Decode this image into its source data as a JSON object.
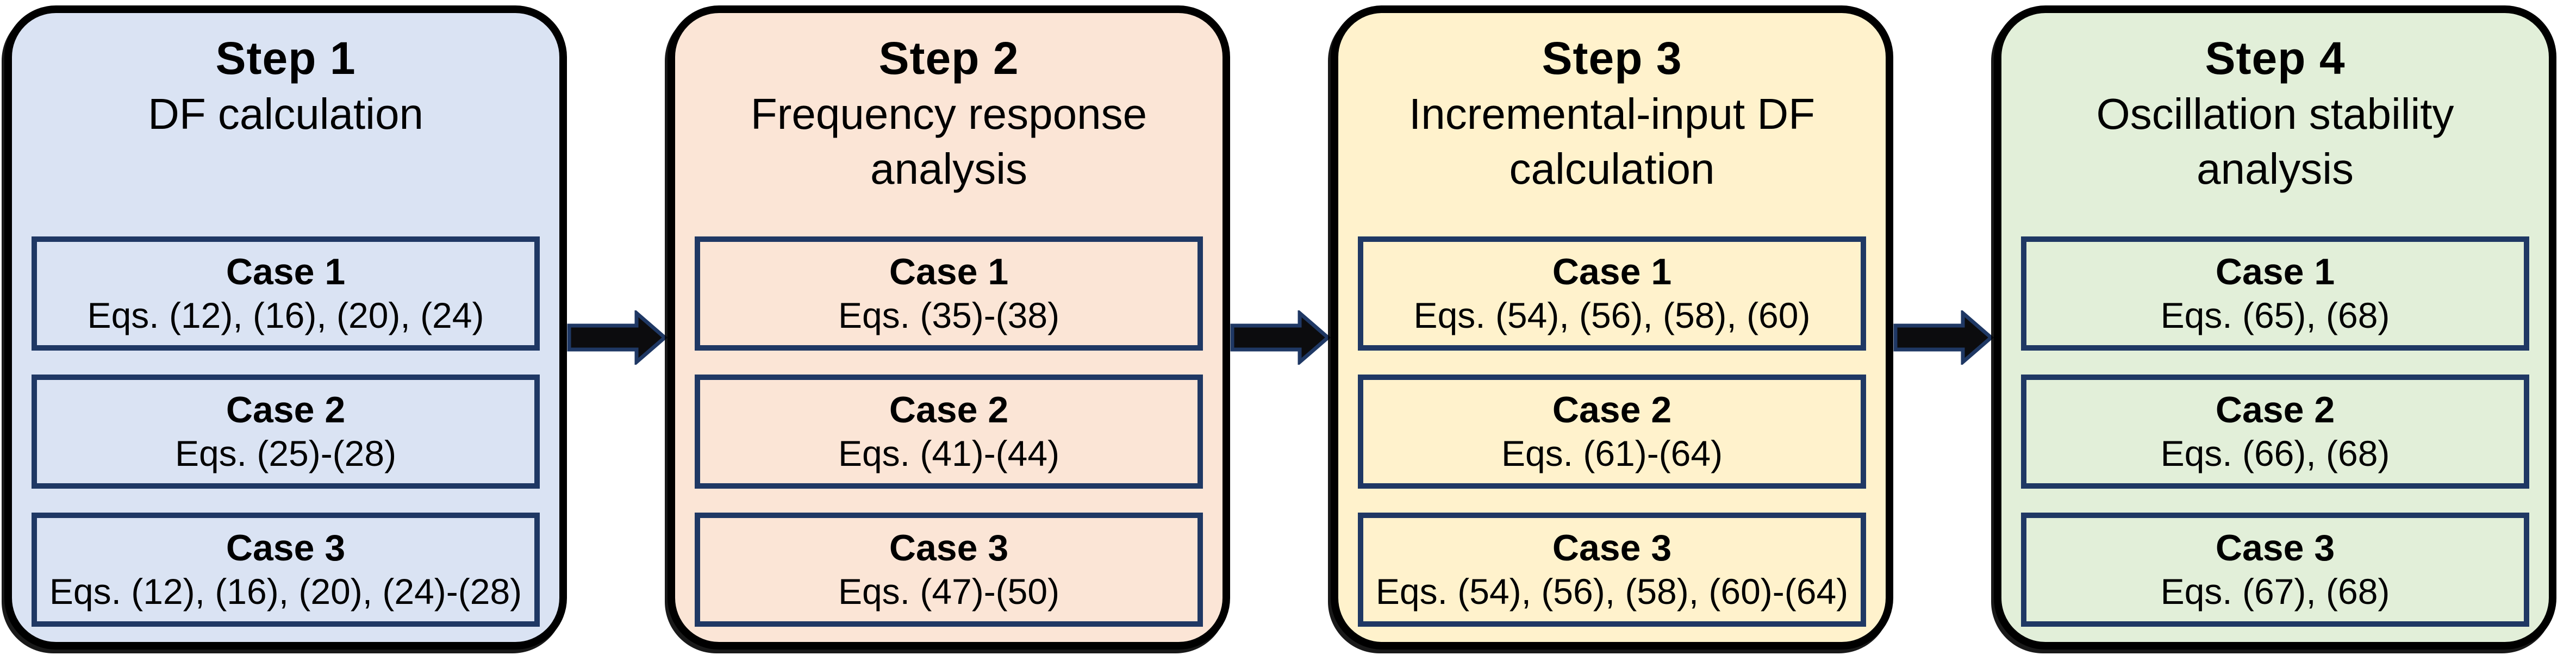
{
  "theme": {
    "case-border": "#1f3864",
    "arrow-fill": "#0c0c0e",
    "arrow-outline": "#1f3864",
    "outer-border": "#000000",
    "page-bg": "#ffffff",
    "text-color": "#000000"
  },
  "flow": {
    "steps": [
      {
        "title": "Step 1",
        "subtitle": "DF calculation",
        "bg": "#dae3f3",
        "cases": [
          {
            "title": "Case 1",
            "eqs": "Eqs. (12), (16), (20), (24)"
          },
          {
            "title": "Case 2",
            "eqs": "Eqs. (25)-(28)"
          },
          {
            "title": "Case 3",
            "eqs": "Eqs. (12), (16), (20), (24)-(28)"
          }
        ]
      },
      {
        "title": "Step 2",
        "subtitle": "Frequency response analysis",
        "bg": "#fbe5d6",
        "cases": [
          {
            "title": "Case 1",
            "eqs": "Eqs. (35)-(38)"
          },
          {
            "title": "Case 2",
            "eqs": "Eqs. (41)-(44)"
          },
          {
            "title": "Case 3",
            "eqs": "Eqs. (47)-(50)"
          }
        ]
      },
      {
        "title": "Step 3",
        "subtitle": "Incremental-input DF calculation",
        "bg": "#fff2cc",
        "cases": [
          {
            "title": "Case 1",
            "eqs": "Eqs. (54), (56), (58), (60)"
          },
          {
            "title": "Case 2",
            "eqs": "Eqs. (61)-(64)"
          },
          {
            "title": "Case 3",
            "eqs": "Eqs. (54), (56), (58), (60)-(64)"
          }
        ]
      },
      {
        "title": "Step 4",
        "subtitle": "Oscillation stability analysis",
        "bg": "#e2efd9",
        "cases": [
          {
            "title": "Case 1",
            "eqs": "Eqs. (65), (68)"
          },
          {
            "title": "Case 2",
            "eqs": "Eqs. (66), (68)"
          },
          {
            "title": "Case 3",
            "eqs": "Eqs. (67), (68)"
          }
        ]
      }
    ]
  }
}
